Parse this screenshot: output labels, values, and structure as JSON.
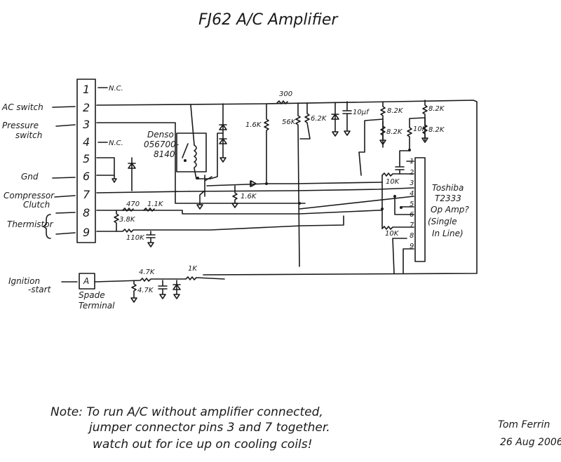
{
  "title": "FJ62  A/C Amplifier",
  "connector": {
    "pins": [
      "1",
      "2",
      "3",
      "4",
      "5",
      "6",
      "7",
      "8",
      "9"
    ],
    "nc_label": "N.C.",
    "external_labels": {
      "ac_switch": "AC switch",
      "pressure": "Pressure",
      "pressure_switch": "switch",
      "gnd": "Gnd",
      "compressor": "Compressor",
      "clutch": "Clutch",
      "thermistor": "Thermistor"
    }
  },
  "relay": {
    "brand": "Denso",
    "part_line1": "056700-",
    "part_line2": "8140"
  },
  "components": {
    "r_300": "300",
    "r_16k_a": "1.6K",
    "r_16k_b": "1.6K",
    "r_56k": "56K",
    "r_62k": "6.2K",
    "c_10uf": "10µf",
    "r_82k_1": "8.2K",
    "r_82k_2": "8.2K",
    "r_82k_3": "8.2K",
    "r_82k_4": "8.2K",
    "r_10k_a": "10K",
    "r_10k_b": "10K",
    "r_10k_c": "10K",
    "r_470": "470",
    "r_11k": "1.1K",
    "r_38k": "3.8K",
    "r_110k": "110K",
    "r_47k_a": "4.7K",
    "r_47k_b": "4.7K",
    "r_1k": "1K"
  },
  "opamp": {
    "pins": [
      "1",
      "2",
      "3",
      "4",
      "5",
      "6",
      "7",
      "8",
      "9"
    ],
    "line1": "Toshiba",
    "line2": "T2333",
    "line3": "Op Amp?",
    "line4": "(Single",
    "line5": "In Line)"
  },
  "ignition": {
    "label1": "Ignition",
    "label2": "-start",
    "terminal": "A",
    "terminal_label1": "Spade",
    "terminal_label2": "Terminal"
  },
  "note": {
    "line1": "Note: To run A/C without amplifier connected,",
    "line2": "jumper connector pins 3 and 7 together.",
    "line3": "watch out for ice up on cooling coils!"
  },
  "signature": {
    "author": "Tom Ferrin",
    "date": "26 Aug 2006"
  }
}
